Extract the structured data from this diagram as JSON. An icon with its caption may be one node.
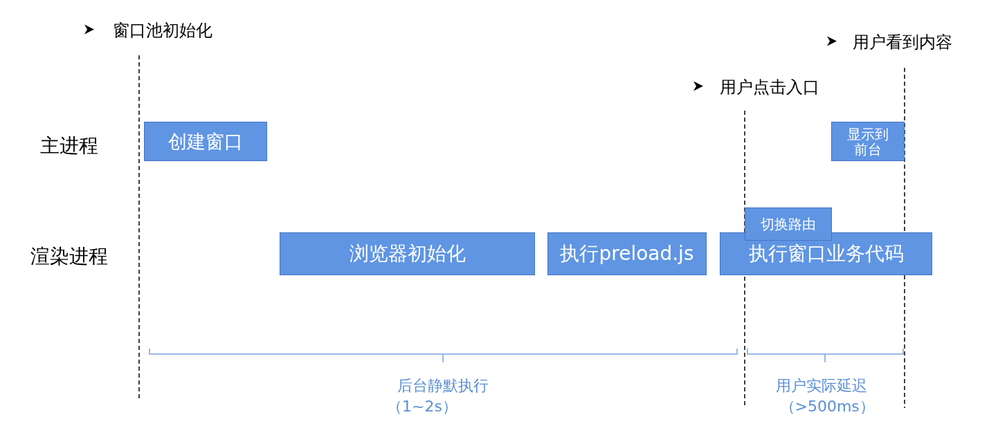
{
  "diagram": {
    "nodes": [
      {
        "text": [
          "创建窗口"
        ]
      },
      {
        "text": [
          "浏览器初始化"
        ]
      },
      {
        "text": [
          "执行preload.js"
        ]
      },
      {
        "text": [
          "执行窗口业务代码"
        ]
      },
      {
        "text": [
          "切换路由"
        ]
      },
      {
        "text": [
          "显示到前台"
        ]
      }
    ],
    "edges": [],
    "labels": [
      "窗口池初始化",
      "用户看到内容",
      "用户点击入口",
      "主进程",
      "渲染进程",
      "后台静默执行",
      "（1~2s）",
      "用户实际延迟",
      "（>500ms）"
    ]
  }
}
